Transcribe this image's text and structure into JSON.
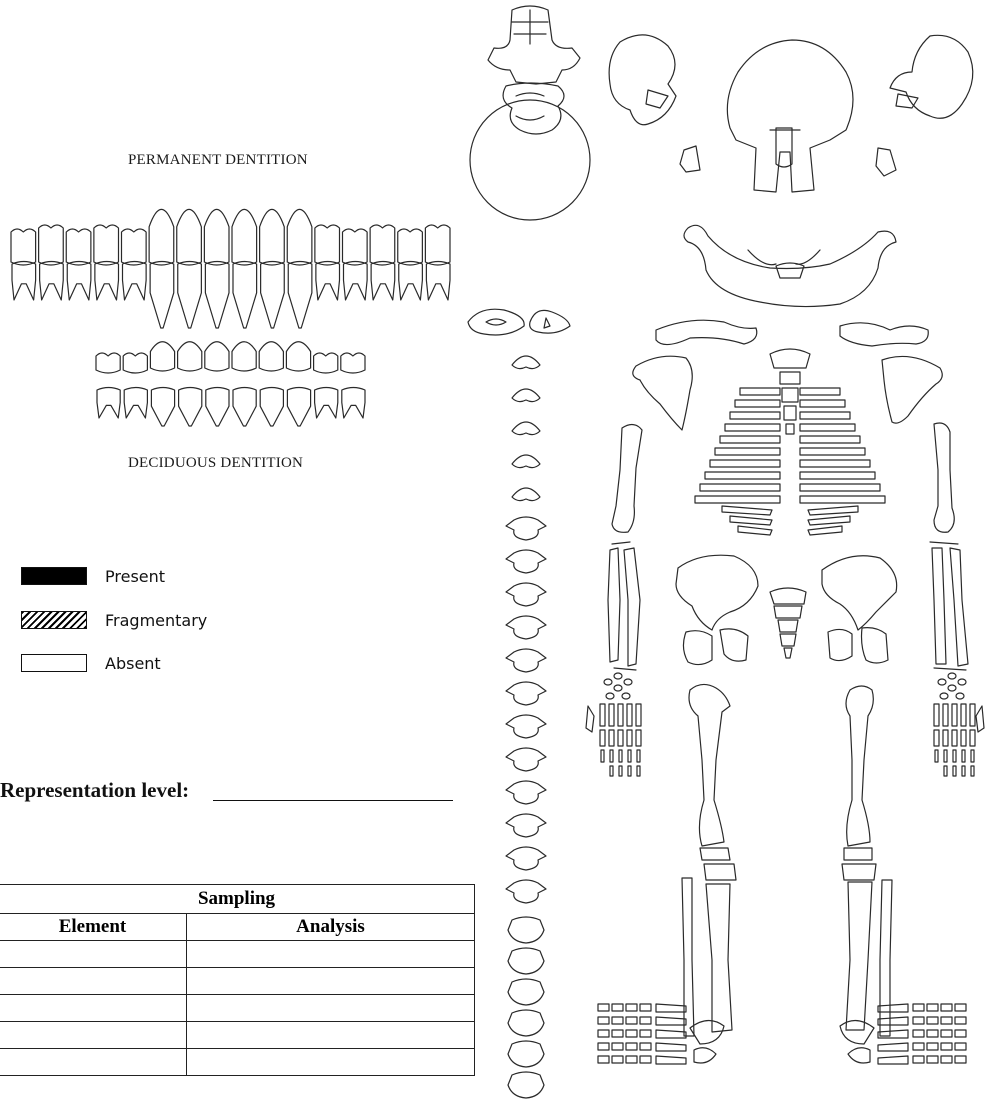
{
  "dentition": {
    "permanent_title": "PERMANENT DENTITION",
    "deciduous_title": "DECIDUOUS DENTITION"
  },
  "legend": {
    "items": [
      {
        "label": "Present",
        "style": "solid-black"
      },
      {
        "label": "Fragmentary",
        "style": "hatched"
      },
      {
        "label": "Absent",
        "style": "empty"
      }
    ]
  },
  "representation": {
    "label": "Representation level:",
    "value": ""
  },
  "sampling_table": {
    "title": "Sampling",
    "columns": [
      "Element",
      "Analysis"
    ],
    "rows": [
      [
        "",
        ""
      ],
      [
        "",
        ""
      ],
      [
        "",
        ""
      ],
      [
        "",
        ""
      ],
      [
        "",
        ""
      ]
    ]
  }
}
